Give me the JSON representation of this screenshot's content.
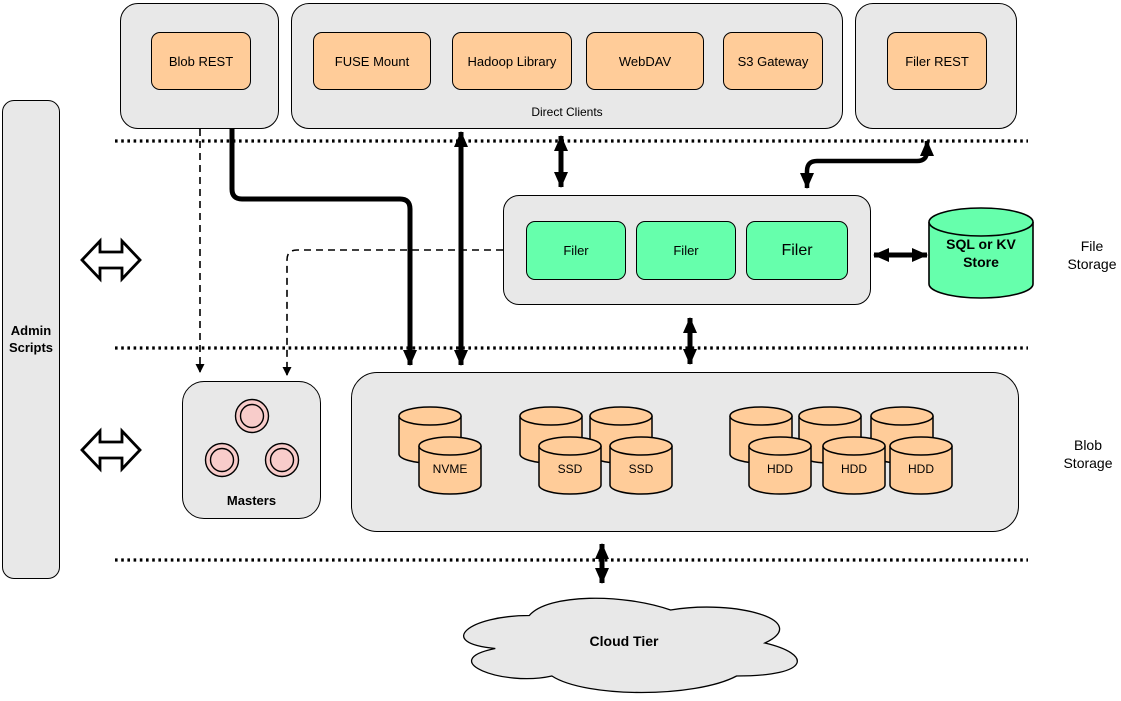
{
  "admin_panel": {
    "label": "Admin Scripts"
  },
  "top": {
    "blob_rest": "Blob REST",
    "direct_clients_label": "Direct Clients",
    "clients": [
      "FUSE Mount",
      "Hadoop Library",
      "WebDAV",
      "S3 Gateway"
    ],
    "filer_rest": "Filer REST"
  },
  "file_storage": {
    "filers": [
      "Filer",
      "Filer",
      "Filer"
    ],
    "store_label": "SQL or KV Store",
    "section_label": "File Storage"
  },
  "blob_storage": {
    "masters_label": "Masters",
    "disks": [
      "NVME",
      "SSD",
      "SSD",
      "HDD",
      "HDD",
      "HDD"
    ],
    "section_label": "Blob Storage"
  },
  "cloud": {
    "label": "Cloud Tier"
  },
  "colors": {
    "container_gray": "#E8E8E8",
    "client_orange": "#FFCC99",
    "filer_green": "#66FFAC",
    "master_pink": "#F8CCCA",
    "line_black": "#000000",
    "background": "#FFFFFF"
  }
}
